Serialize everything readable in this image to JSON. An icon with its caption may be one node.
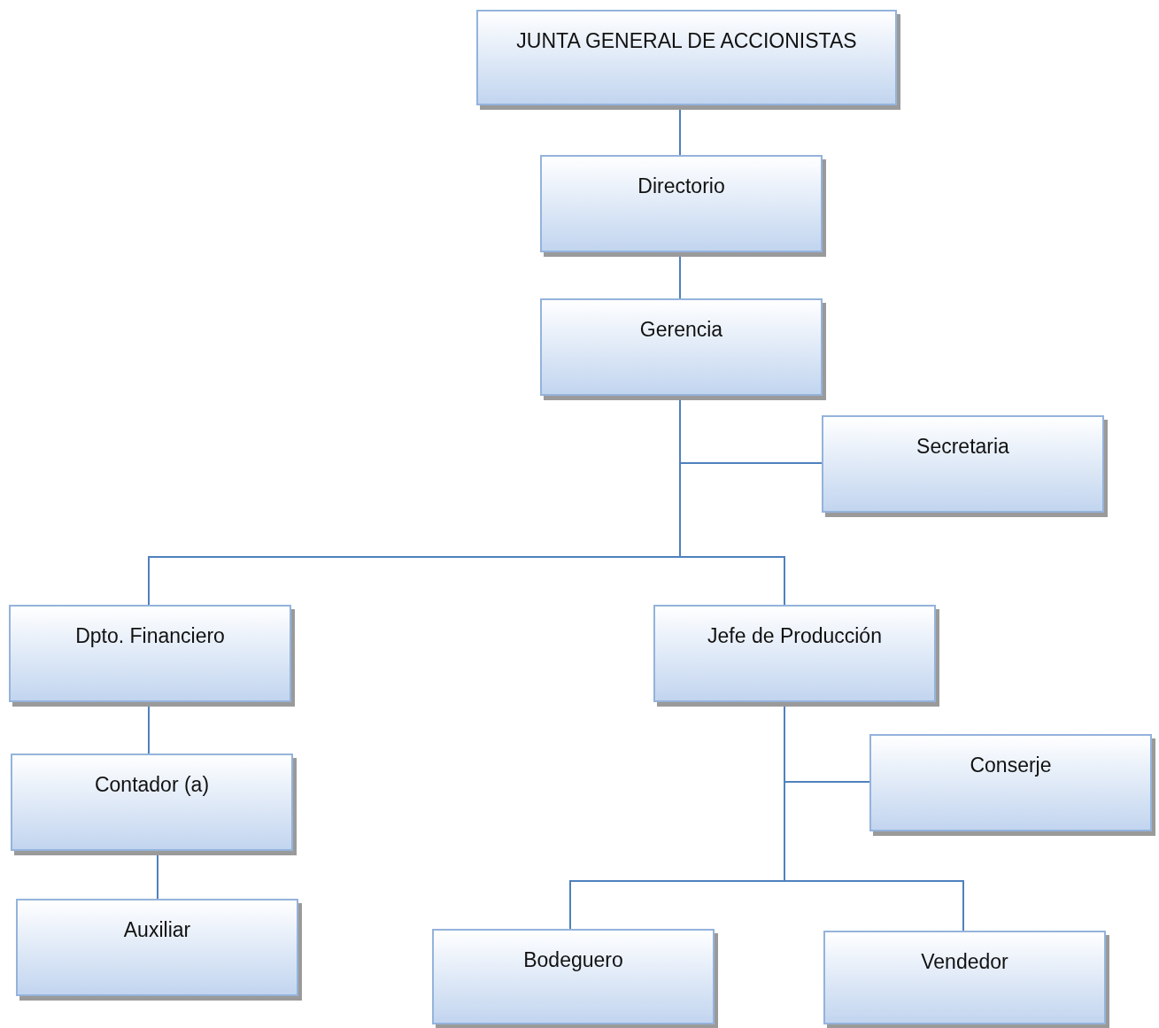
{
  "diagram": {
    "nodes": [
      {
        "text": [
          "JUNTA GENERAL DE ACCIONISTAS"
        ]
      },
      {
        "text": [
          "Directorio"
        ]
      },
      {
        "text": [
          "Gerencia"
        ]
      },
      {
        "text": [
          "Secretaria"
        ]
      },
      {
        "text": [
          "Dpto. Financiero"
        ]
      },
      {
        "text": [
          "Jefe de Producción"
        ]
      },
      {
        "text": [
          "Contador (a)"
        ]
      },
      {
        "text": [
          "Conserje"
        ]
      },
      {
        "text": [
          "Auxiliar"
        ]
      },
      {
        "text": [
          "Bodeguero"
        ]
      },
      {
        "text": [
          "Vendedor"
        ]
      }
    ],
    "edges": [
      {
        "from": 0,
        "to": 1,
        "arrow": "none"
      },
      {
        "from": 1,
        "to": 2,
        "arrow": "none"
      },
      {
        "from": 2,
        "to": 3,
        "arrow": "none"
      },
      {
        "from": 2,
        "to": 4,
        "arrow": "none"
      },
      {
        "from": 2,
        "to": 5,
        "arrow": "none"
      },
      {
        "from": 4,
        "to": 6,
        "arrow": "none"
      },
      {
        "from": 6,
        "to": 8,
        "arrow": "none"
      },
      {
        "from": 5,
        "to": 7,
        "arrow": "none"
      },
      {
        "from": 5,
        "to": 9,
        "arrow": "none"
      },
      {
        "from": 5,
        "to": 10,
        "arrow": "none"
      }
    ]
  }
}
